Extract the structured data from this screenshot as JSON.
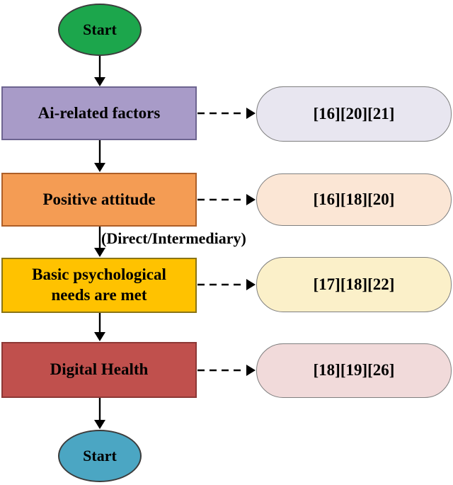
{
  "flowchart": {
    "start_node": {
      "label": "Start"
    },
    "end_node": {
      "label": "Start"
    },
    "rows": [
      {
        "label": "Ai-related factors",
        "refs": "[16][20][21]"
      },
      {
        "label": "Positive attitude",
        "refs": "[16][18][20]"
      },
      {
        "label": "Basic psychological needs are met",
        "refs": "[17][18][22]"
      },
      {
        "label": "Digital Health",
        "refs": "[18][19][26]"
      }
    ],
    "edge_label": "(Direct/Intermediary)",
    "colors": {
      "start_top_fill": "#1ca64c",
      "start_bottom_fill": "#4ba6c3",
      "row_fills": [
        "#a89bc8",
        "#f49c54",
        "#ffc200",
        "#c0504d"
      ],
      "row_borders": [
        "#6d6490",
        "#ad5f28",
        "#8a7414",
        "#8c3836"
      ],
      "ref_fills": [
        "#e8e6f0",
        "#fbe6d5",
        "#fbf0c9",
        "#f1dada"
      ],
      "arrow_color": "#000000",
      "text_color": "#000000"
    }
  }
}
